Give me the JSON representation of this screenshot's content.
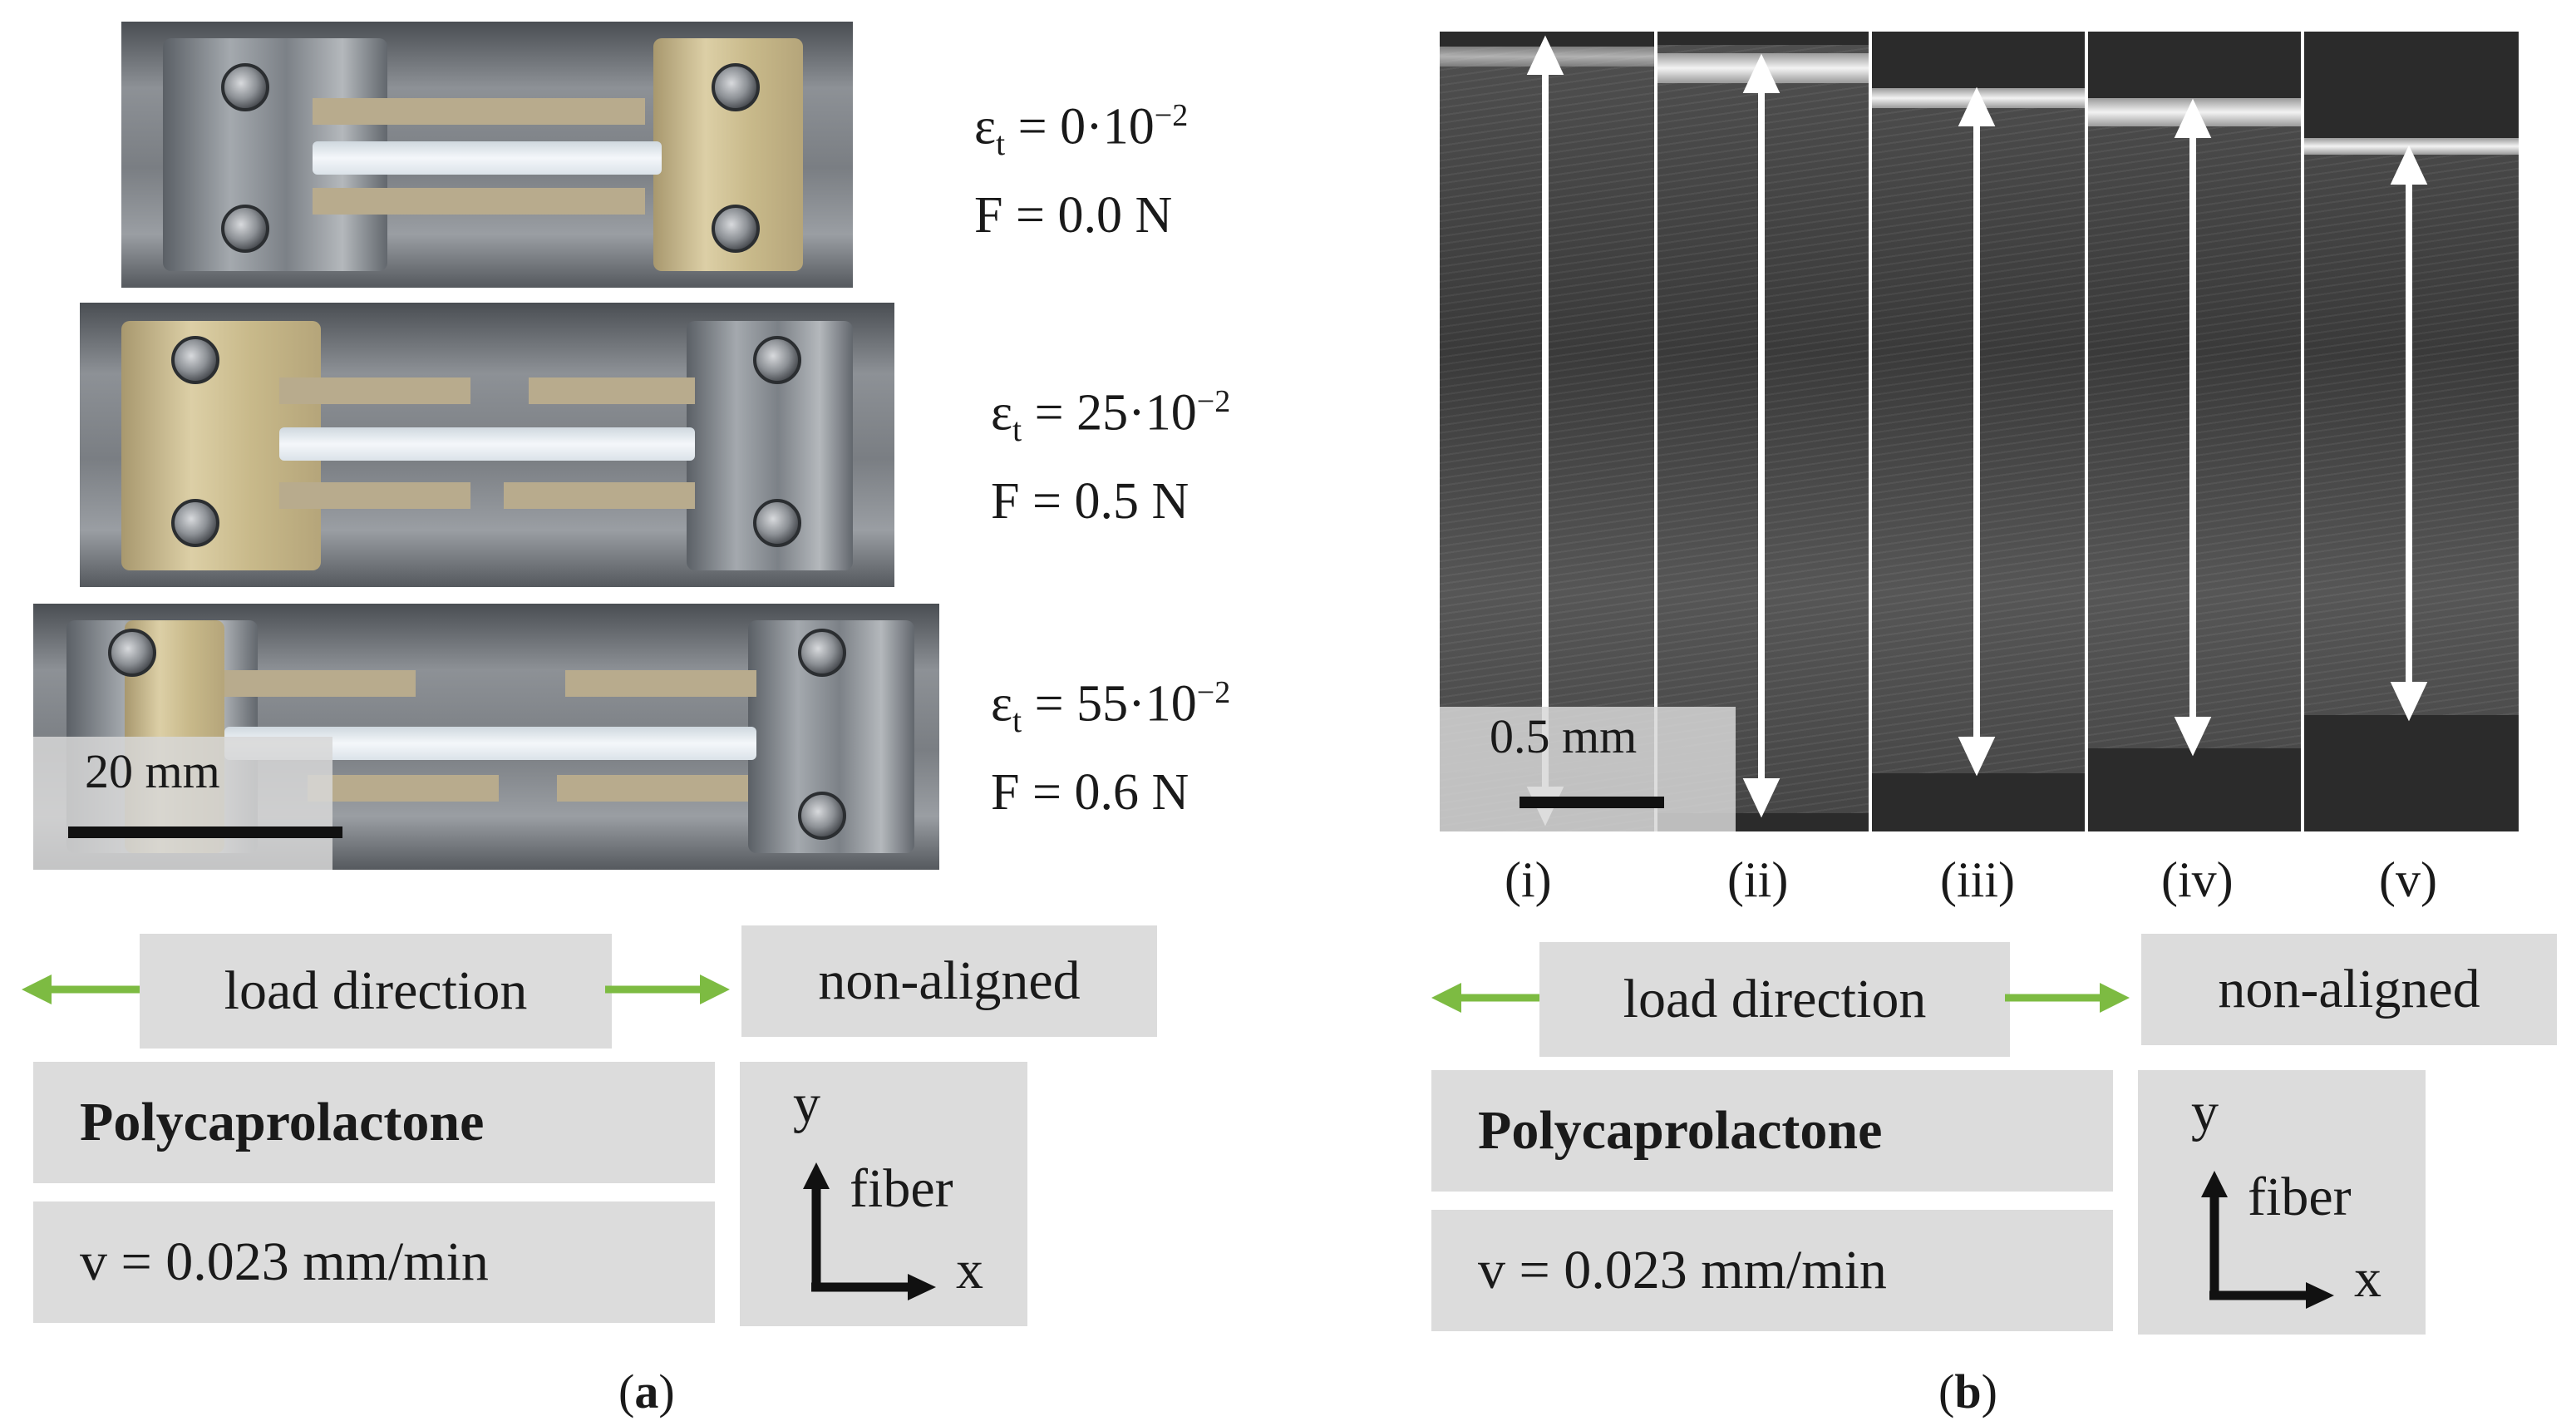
{
  "panel_a": {
    "label": "a",
    "states": [
      {
        "strain_prefix": "ε",
        "strain_sub": "t",
        "strain_value": " = 0·10",
        "strain_exp": "−2",
        "force": "F = 0.0 N"
      },
      {
        "strain_prefix": "ε",
        "strain_sub": "t",
        "strain_value": " = 25·10",
        "strain_exp": "−2",
        "force": "F = 0.5 N"
      },
      {
        "strain_prefix": "ε",
        "strain_sub": "t",
        "strain_value": " = 55·10",
        "strain_exp": "−2",
        "force": "F = 0.6 N"
      }
    ],
    "scale_bar": "20 mm",
    "load_direction": "load direction",
    "alignment": "non-aligned",
    "material": "Polycaprolactone",
    "velocity": "v = 0.023 mm/min",
    "axes": {
      "y": "y",
      "x": "x",
      "fiber": "fiber"
    }
  },
  "panel_b": {
    "label": "b",
    "scale_bar": "0.5 mm",
    "sub_labels": [
      "(i)",
      "(ii)",
      "(iii)",
      "(iv)",
      "(v)"
    ],
    "load_direction": "load direction",
    "alignment": "non-aligned",
    "material": "Polycaprolactone",
    "velocity": "v = 0.023 mm/min",
    "axes": {
      "y": "y",
      "x": "x",
      "fiber": "fiber"
    }
  },
  "colors": {
    "arrow_green": "#7dbb42",
    "box_gray": "#dcdcdc"
  }
}
